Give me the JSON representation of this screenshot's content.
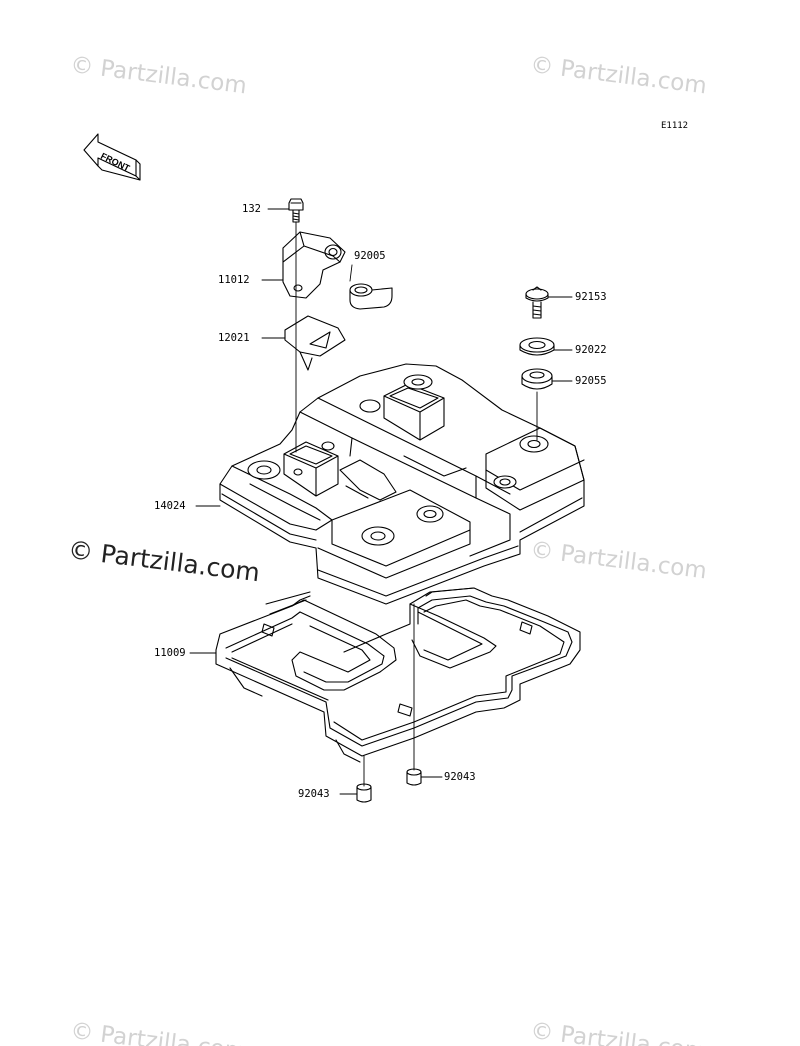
{
  "diagram_code": "E1112",
  "front_label": "FRONT",
  "watermarks": {
    "top_left": "© Partzilla.com",
    "top_right": "© Partzilla.com",
    "middle_left": "© Partzilla.com",
    "middle_right": "© Partzilla.com",
    "bottom_left": "© Partzilla.com",
    "bottom_right": "© Partzilla.com"
  },
  "parts": {
    "p132": "132",
    "p11012": "11012",
    "p92005": "92005",
    "p12021": "12021",
    "p92153": "92153",
    "p92022": "92022",
    "p92055": "92055",
    "p14024": "14024",
    "p11009": "11009",
    "p92043_right": "92043",
    "p92043_left": "92043"
  }
}
